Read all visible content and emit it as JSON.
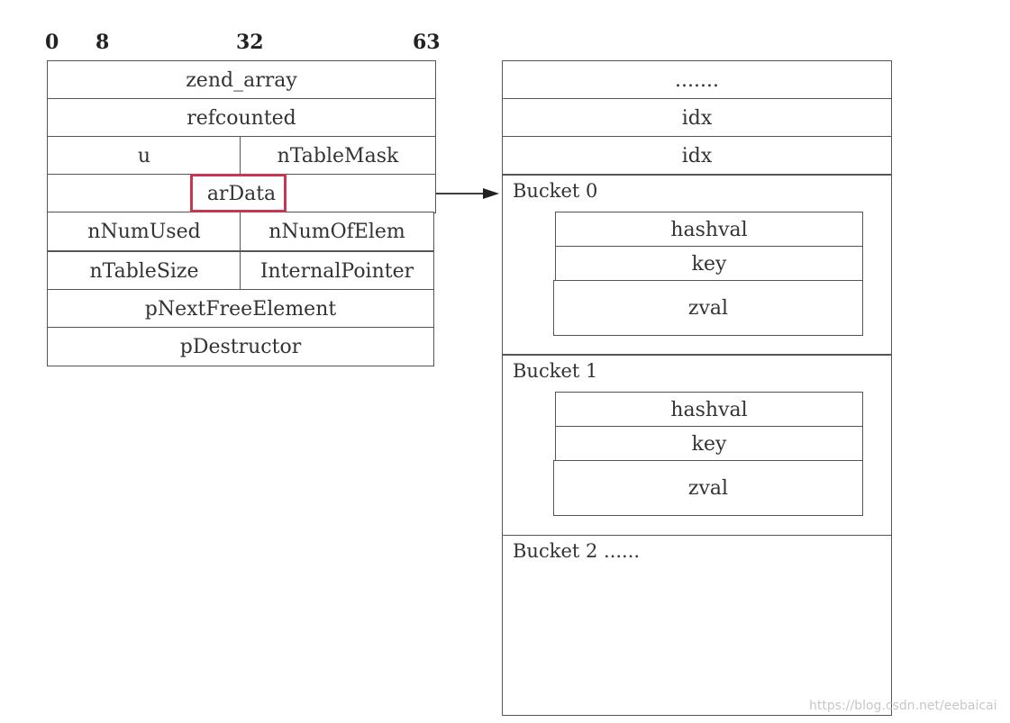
{
  "bit_ticks": [
    "0",
    "8",
    "32",
    "63"
  ],
  "zend_array": {
    "title": "zend_array",
    "refcounted": "refcounted",
    "u": "u",
    "nTableMask": "nTableMask",
    "arData": "arData",
    "nNumUsed": "nNumUsed",
    "nNumOfElem": "nNumOfElem",
    "nTableSize": "nTableSize",
    "InternalPointer": "InternalPointer",
    "pNextFreeElement": "pNextFreeElement",
    "pDestructor": "pDestructor"
  },
  "hash_area": {
    "top_ellipsis": ".......",
    "idx": [
      "idx",
      "idx"
    ],
    "buckets": [
      {
        "label": "Bucket 0",
        "fields": [
          "hashval",
          "key",
          "zval"
        ]
      },
      {
        "label": "Bucket 1",
        "fields": [
          "hashval",
          "key",
          "zval"
        ]
      }
    ],
    "bucket_more": "Bucket 2 ......"
  },
  "colors": {
    "highlight": "#c8374f",
    "border": "#555555"
  },
  "watermark": "https://blog.csdn.net/eebaicai"
}
